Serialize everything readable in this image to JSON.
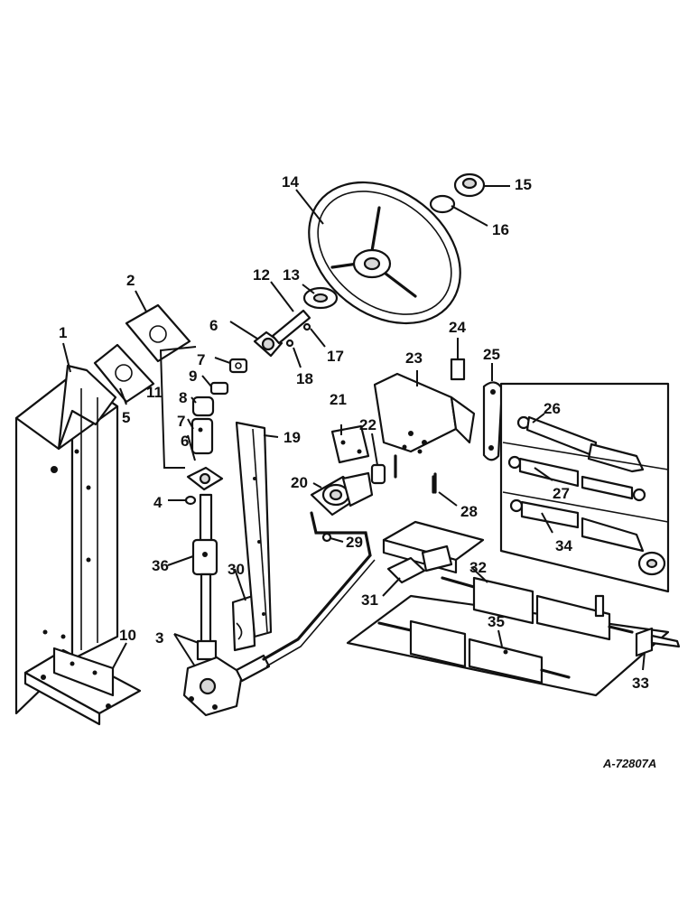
{
  "drawing_code": "A-72807A",
  "callouts": [
    "1",
    "2",
    "3",
    "4",
    "5",
    "6",
    "6",
    "7",
    "7",
    "8",
    "9",
    "10",
    "11",
    "12",
    "13",
    "14",
    "15",
    "16",
    "17",
    "18",
    "19",
    "20",
    "21",
    "22",
    "23",
    "24",
    "25",
    "26",
    "27",
    "28",
    "29",
    "30",
    "31",
    "32",
    "33",
    "34",
    "35",
    "36"
  ]
}
